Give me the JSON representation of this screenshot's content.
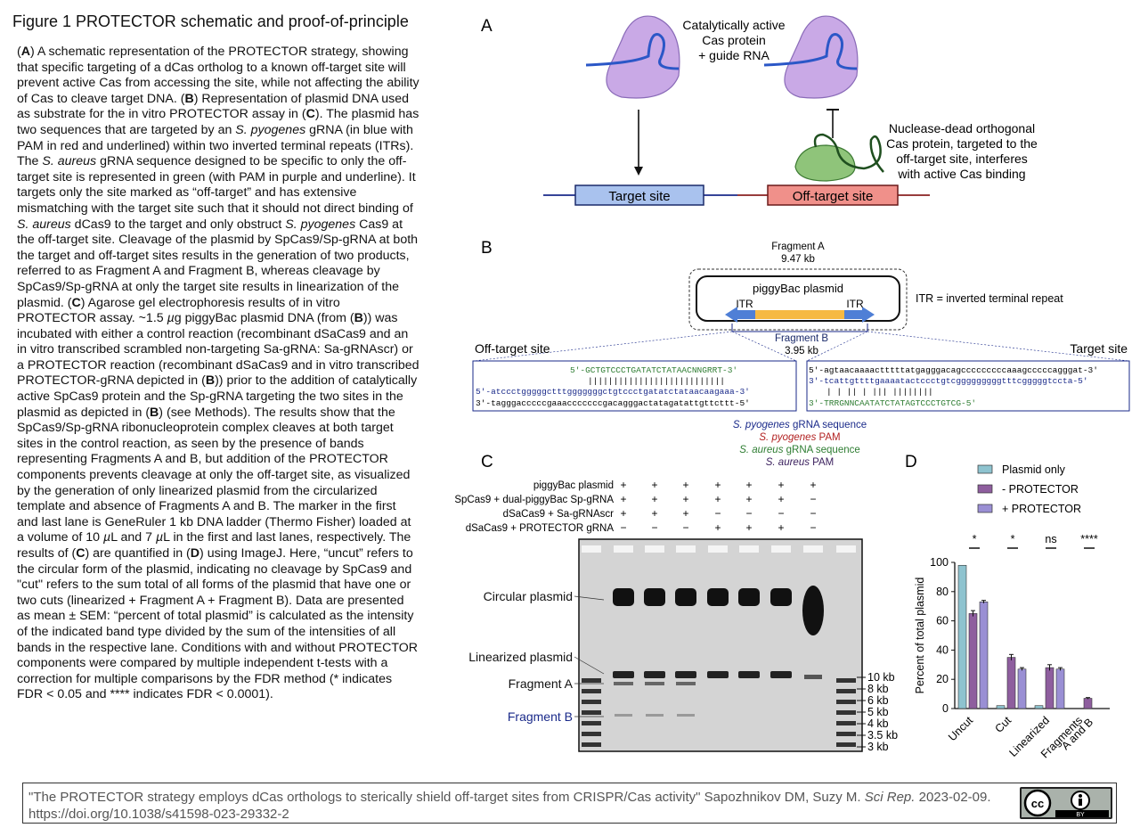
{
  "figure": {
    "title": "Figure 1 PROTECTOR schematic and proof-of-principle",
    "legend_html": "(<b>A</b>) A schematic representation of the PROTECTOR strategy, showing that specific targeting of a dCas ortholog to a known off-target site will prevent active Cas from accessing the site, while not affecting the ability of Cas to cleave target DNA. (<b>B</b>) Representation of plasmid DNA used as substrate for the in vitro PROTECTOR assay in (<b>C</b>). The plasmid has two sequences that are targeted by an <i>S. pyogenes</i> gRNA (in blue with PAM in red and underlined) within two inverted terminal repeats (ITRs). The <i>S. aureus</i> gRNA sequence designed to be specific to only the off-target site is represented in green (with PAM in purple and underline). It targets only the site marked as “off-target” and has extensive mismatching with the target site such that it should not direct binding of <i>S. aureus</i> dCas9 to the target and only obstruct <i>S. pyogenes</i> Cas9 at the off-target site. Cleavage of the plasmid by SpCas9/Sp-gRNA at both the target and off-target sites results in the generation of two products, referred to as Fragment A and Fragment B, whereas cleavage by SpCas9/Sp-gRNA at only the target site results in linearization of the plasmid. (<b>C</b>) Agarose gel electrophoresis results of in vitro PROTECTOR assay. ~1.5 <i>µ</i>g piggyBac plasmid DNA (from (<b>B</b>)) was incubated with either a control reaction (recombinant dSaCas9 and an in vitro transcribed scrambled non-targeting Sa-gRNA: Sa-gRNAscr) or a PROTECTOR reaction (recombinant dSaCas9 and in vitro transcribed PROTECTOR-gRNA depicted in (<b>B</b>)) prior to the addition of catalytically active SpCas9 protein and the Sp-gRNA targeting the two sites in the plasmid as depicted in (<b>B</b>) (see Methods). The results show that the SpCas9/Sp-gRNA ribonucleoprotein complex cleaves at both target sites in the control reaction, as seen by the presence of bands representing Fragments A and B, but addition of the PROTECTOR components prevents cleavage at only the off-target site, as visualized by the generation of only linearized plasmid from the circularized template and absence of Fragments A and B. The marker in the first and last lane is GeneRuler 1 kb DNA ladder (Thermo Fisher) loaded at a volume of 10 <i>µ</i>L and 7 <i>µ</i>L in the first and last lanes, respectively. The results of (<b>C</b>) are quantified in (<b>D</b>) using ImageJ. Here, “uncut” refers to the circular form of the plasmid, indicating no cleavage by SpCas9 and \"cut\" refers to the sum total of all forms of the plasmid that have one or two cuts (linearized + Fragment A + Fragment B). Data are presented as mean ± SEM: “percent of total plasmid” is calculated as the intensity of the indicated band type divided by the sum of the intensities of all bands in the respective lane. Conditions with and without PROTECTOR components were compared by multiple independent t-tests with a correction for multiple comparisons by the FDR method (* indicates FDR &lt; 0.05 and **** indicates FDR &lt; 0.0001)."
  },
  "panelA": {
    "label": "A",
    "cas_label": [
      "Catalytically active",
      "Cas protein",
      "+ guide RNA"
    ],
    "dcas_label": [
      "Nuclease-dead orthogonal",
      "Cas protein, targeted to the",
      "off-target site, interferes",
      "with active Cas binding"
    ],
    "target_site": "Target site",
    "offtarget_site": "Off-target site"
  },
  "panelB": {
    "label": "B",
    "fragment_a": [
      "Fragment A",
      "9.47 kb"
    ],
    "plasmid": "piggyBac plasmid",
    "itr": "ITR",
    "itr_def": "ITR = inverted terminal repeat",
    "fragment_b": [
      "Fragment B",
      "3.95 kb"
    ],
    "offtarget_title": "Off-target site",
    "target_title": "Target site",
    "off_seq": [
      "5′-GCTGTCCCTGATATCTATAACNNGRRT-3′",
      "|||||||||||||||||||||||||||",
      "5′-atccctgggggctttgggggggctgtccctgatatctataacaagaaa-3′",
      "3′-tagggacccccgaaacccccccgacagggactatagatattgttcttt-5′"
    ],
    "tgt_seq": [
      "5′-agtaacaaaactttttatgagggacagcccccccccaaagcccccagggat-3′",
      "3′-tcattgttttgaaaatactccctgtcgggggggggtttcgggggtccta-5′",
      "| | ||    |     ||| ||||||||",
      "3′-TRRGNNCAATATCTATAGTCCCTGTCG-5′"
    ],
    "key": [
      {
        "text": "S. pyogenes",
        "rest": " gRNA sequence",
        "color": "#1a2a8a"
      },
      {
        "text": "S. pyogenes",
        "rest": " PAM",
        "color": "#b22222"
      },
      {
        "text": "S. aureus",
        "rest": " gRNA sequence",
        "color": "#2e7d32"
      },
      {
        "text": "S. aureus",
        "rest": " PAM",
        "color": "#3a1f5d"
      }
    ]
  },
  "panelC": {
    "label": "C",
    "rows": [
      {
        "name": "piggyBac plasmid",
        "vals": [
          "+",
          "+",
          "+",
          "+",
          "+",
          "+",
          "+"
        ]
      },
      {
        "name": "SpCas9 + dual-piggyBac Sp-gRNA",
        "vals": [
          "+",
          "+",
          "+",
          "+",
          "+",
          "+",
          "−"
        ]
      },
      {
        "name": "dSaCas9 + Sa-gRNAscr",
        "vals": [
          "+",
          "+",
          "+",
          "−",
          "−",
          "−",
          "−"
        ]
      },
      {
        "name": "dSaCas9 + PROTECTOR gRNA",
        "vals": [
          "−",
          "−",
          "−",
          "+",
          "+",
          "+",
          "−"
        ]
      }
    ],
    "band_labels": [
      "Circular plasmid",
      "Linearized plasmid",
      "Fragment A",
      "Fragment B"
    ],
    "ladder": [
      "10 kb",
      "8 kb",
      "6 kb",
      "5 kb",
      "4 kb",
      "3.5 kb",
      "3 kb"
    ]
  },
  "panelD": {
    "label": "D",
    "chart_data": {
      "type": "bar",
      "ylabel": "Percent of total plasmid",
      "ylim": [
        0,
        100
      ],
      "yticks": [
        0,
        20,
        40,
        60,
        80,
        100
      ],
      "categories": [
        "Uncut",
        "Cut",
        "Linearized",
        "Fragments A and B"
      ],
      "series": [
        {
          "name": "Plasmid only",
          "color": "#8ec3cf",
          "values": [
            98,
            2,
            2,
            0
          ]
        },
        {
          "name": "- PROTECTOR",
          "color": "#8e5e9e",
          "values": [
            65,
            35,
            28,
            7
          ]
        },
        {
          "name": "+ PROTECTOR",
          "color": "#9a8fd4",
          "values": [
            73,
            27,
            27,
            0
          ]
        }
      ],
      "errors": [
        [
          0,
          0,
          0,
          0
        ],
        [
          2,
          2,
          2,
          0.5
        ],
        [
          1,
          1,
          1,
          0
        ]
      ],
      "significance": [
        "*",
        "*",
        "ns",
        "****"
      ],
      "legend_position": "top-right"
    }
  },
  "footer": {
    "citation": "\"The PROTECTOR strategy employs dCas orthologs to sterically shield off-target sites from CRISPR/Cas activity\" Sapozhnikov DM, Suzy M. ",
    "journal": "Sci Rep.",
    "date": " 2023-02-09.",
    "doi": "https://doi.org/10.1038/s41598-023-29332-2",
    "license": "BY"
  }
}
